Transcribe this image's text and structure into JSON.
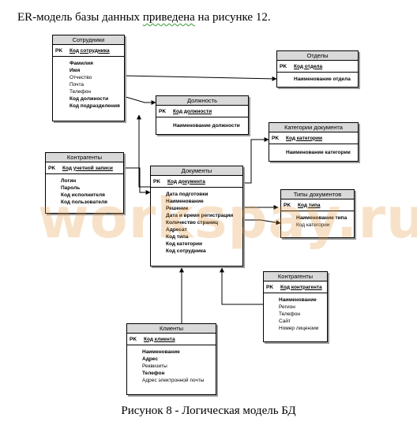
{
  "heading": {
    "before": "ER-модель базы данных ",
    "underlined": "приведена",
    "after": " на рисунке 12."
  },
  "caption": "Рисунок 8 - Логическая модель БД",
  "watermark": "workspay.ru",
  "pk_label": "PK",
  "entities": {
    "sotrudniki": {
      "title": "Сотрудники",
      "pk": "Код сотрудника",
      "attrs": [
        "Фамилия",
        "Имя",
        "Отчество",
        "Почта",
        "Телефон",
        "Код должности",
        "Код подразделения"
      ]
    },
    "otdely": {
      "title": "Отделы",
      "pk": "Код отдела",
      "attrs": [
        "Наименование отдела"
      ]
    },
    "dolzhnost": {
      "title": "Должность",
      "pk": "Код должности",
      "attrs": [
        "Наименование должности"
      ]
    },
    "kategorii": {
      "title": "Категории документа",
      "pk": "Код категории",
      "attrs": [
        "Наименование категории"
      ]
    },
    "kontragenty1": {
      "title": "Контрагенты",
      "pk": "Код учетной записи",
      "attrs": [
        "Логин",
        "Пароль",
        "Код исполнителя",
        "Код пользователя"
      ]
    },
    "dokumenty": {
      "title": "Документы",
      "pk": "Код документа",
      "attrs": [
        "Дата подготовки",
        "Наименование",
        "Решение",
        "Дата и время регистрации",
        "Количество страниц",
        "Адресат",
        "Код типа",
        "Код категории",
        "Код сотрудника"
      ]
    },
    "tipy": {
      "title": "Типы документов",
      "pk": "Код типа",
      "attrs": [
        "Наименование типа",
        "Код категории"
      ]
    },
    "kontragenty2": {
      "title": "Контрагенты",
      "pk": "Код контрагента",
      "attrs": [
        "Наименование",
        "Регион",
        "Телефон",
        "Сайт",
        "Номер лицензии"
      ]
    },
    "klienty": {
      "title": "Клиенты",
      "pk": "Код клиента",
      "attrs": [
        "Наименование",
        "Адрес",
        "Реквизиты",
        "Телефон",
        "Адрес электронной почты"
      ]
    }
  }
}
